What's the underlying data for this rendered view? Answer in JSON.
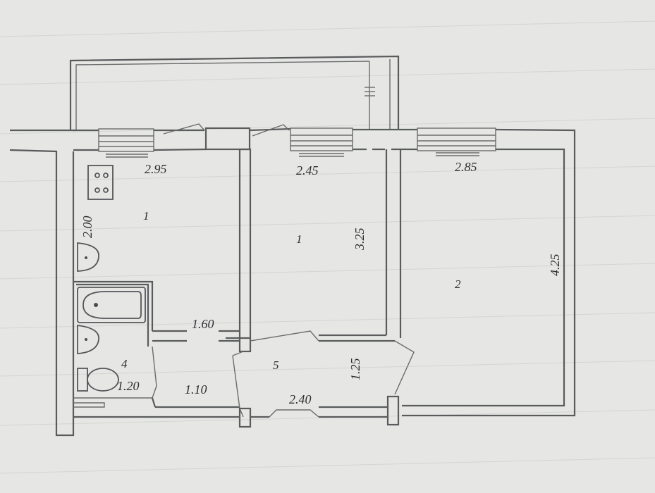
{
  "plan": {
    "room_numbers": {
      "kitchen": "1",
      "room_1": "1",
      "room_2": "2",
      "bathroom": "4",
      "hall": "5"
    },
    "dimensions": {
      "kitchen_width": "2.95",
      "kitchen_depth": "2.00",
      "room1_width": "2.45",
      "room1_depth": "3.25",
      "room2_width": "2.85",
      "room2_depth": "4.25",
      "bath_width": "1.20",
      "corridor_width": "1.10",
      "corridor_top": "1.60",
      "hall_width": "2.40",
      "hall_depth": "1.25"
    }
  }
}
